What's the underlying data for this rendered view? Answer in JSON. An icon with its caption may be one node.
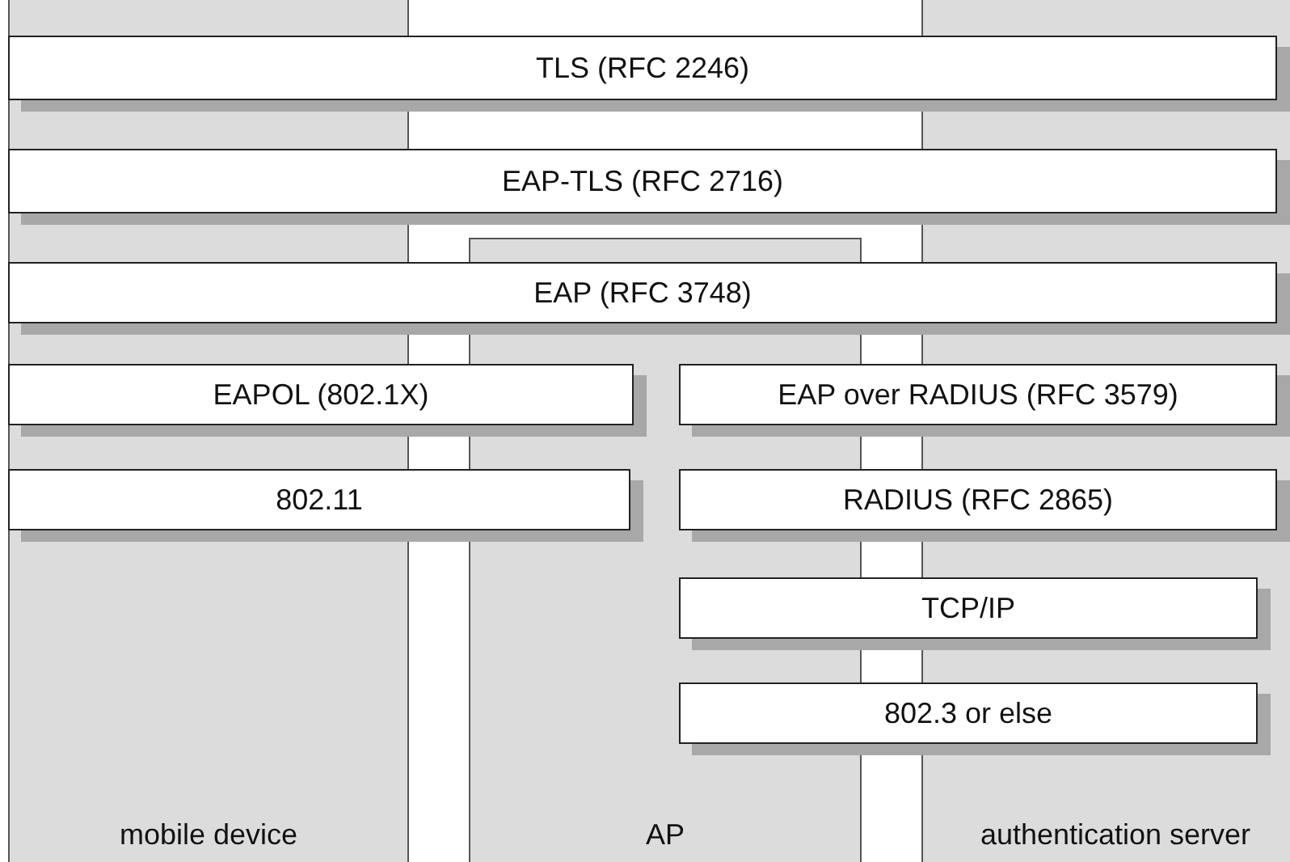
{
  "diagram": {
    "nodes": [
      {
        "text": [
          "mobile device"
        ]
      },
      {
        "text": [
          "AP"
        ]
      },
      {
        "text": [
          "authentication server"
        ]
      },
      {
        "text": [
          "TLS (RFC 2246)"
        ]
      },
      {
        "text": [
          "EAP-TLS (RFC 2716)"
        ]
      },
      {
        "text": [
          "EAP (RFC 3748)"
        ]
      },
      {
        "text": [
          "EAPOL (802.1X)"
        ]
      },
      {
        "text": [
          "EAP over RADIUS (RFC 3579)"
        ]
      },
      {
        "text": [
          "802.11"
        ]
      },
      {
        "text": [
          "RADIUS (RFC 2865)"
        ]
      },
      {
        "text": [
          "TCP/IP"
        ]
      },
      {
        "text": [
          "802.3 or else"
        ]
      }
    ]
  }
}
